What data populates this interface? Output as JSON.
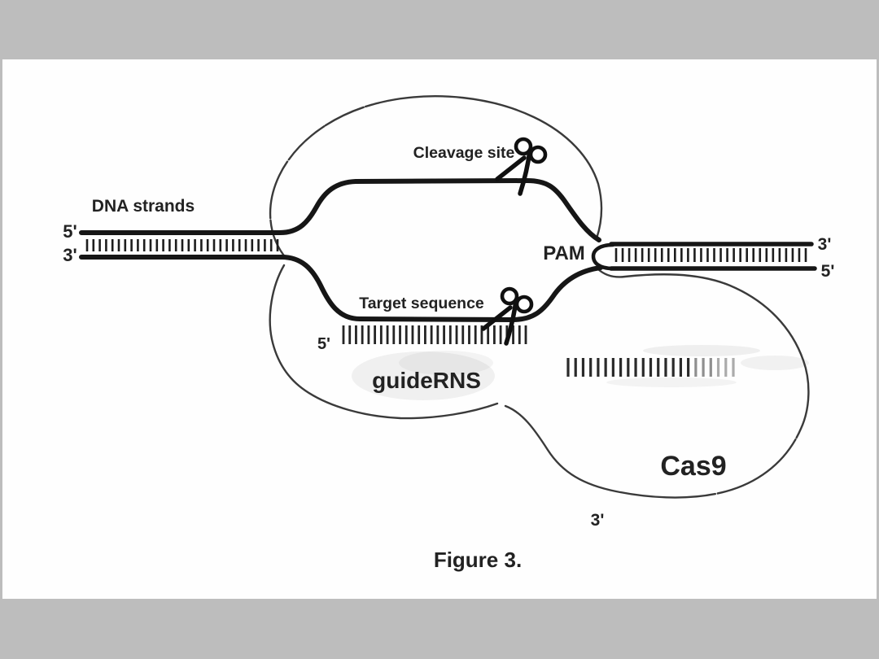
{
  "figure": {
    "caption": "Figure 3.",
    "labels": {
      "dna_strands": "DNA strands",
      "cleavage_site": "Cleavage site",
      "target_sequence": "Target sequence",
      "pam": "PAM",
      "guide_rna": "guideRNS",
      "cas9": "Cas9",
      "left_top_end": "5'",
      "left_bottom_end": "3'",
      "right_top_end": "3'",
      "right_bottom_end": "5'",
      "guide_five_prime": "5'",
      "guide_three_prime": "3'"
    },
    "colors": {
      "border_gray": "#bdbdbd",
      "canvas_white": "#fefefe",
      "ink_black": "#161616",
      "outline_gray": "#3a3a3a",
      "pam_gray": "#4a4a4a"
    }
  }
}
